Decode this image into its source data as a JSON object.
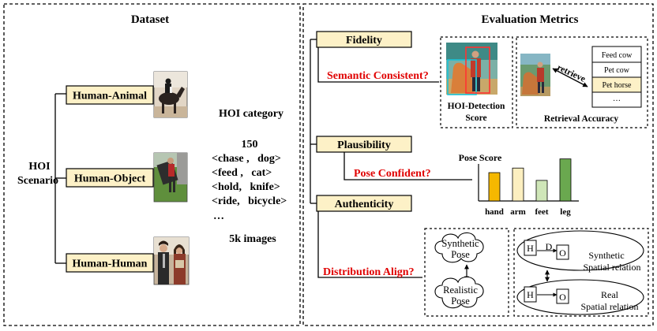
{
  "dataset": {
    "title": "Dataset",
    "root_label": [
      "HOI",
      "Scenario"
    ],
    "categories": [
      {
        "label": "Human-Animal",
        "photo_icon": "rider-on-horse-photo"
      },
      {
        "label": "Human-Object",
        "photo_icon": "person-with-bicycle-photo"
      },
      {
        "label": "Human-Human",
        "photo_icon": "two-people-photo"
      }
    ],
    "hoi_category_label": "HOI category",
    "count": "150",
    "examples": [
      "<chase ,   dog>",
      "<feed ,   cat>",
      "<hold,   knife>",
      "<ride,   bicycle>",
      "…"
    ],
    "images_label": "5k images"
  },
  "metrics": {
    "title": "Evaluation Metrics",
    "fidelity": {
      "label": "Fidelity",
      "question": "Semantic Consistent?",
      "hoi_score": [
        "HOI-Detection",
        "Score"
      ],
      "retrieve_label": "retrieve",
      "options": [
        "Feed cow",
        "Pet cow",
        "Pet horse",
        "…"
      ],
      "selected_index": 2,
      "retrieval_label": "Retrieval Accuracy"
    },
    "plausibility": {
      "label": "Plausibility",
      "question": "Pose Confident?"
    },
    "authenticity": {
      "label": "Authenticity",
      "question": "Distribution Align?",
      "synthetic_pose": [
        "Synthetic",
        "Pose"
      ],
      "realistic_pose": [
        "Realistic",
        "Pose"
      ],
      "h_label": "H",
      "d_label": "D",
      "o_label": "O",
      "synthetic_relation": [
        "Synthetic",
        "Spatial relation"
      ],
      "real_relation": [
        "Real",
        "Spatial relation"
      ]
    }
  },
  "chart_data": {
    "type": "bar",
    "title": "Pose Score",
    "categories": [
      "hand",
      "arm",
      "feet",
      "leg"
    ],
    "values": [
      0.62,
      0.72,
      0.45,
      0.92
    ],
    "ylim": [
      0,
      1
    ],
    "colors": [
      "#f5b800",
      "#fcefc0",
      "#cfe6b8",
      "#6aa84f"
    ],
    "grid": false
  },
  "colors": {
    "label_box_fill": "#fdf1c7",
    "question_red": "#e00000",
    "photo_frame": "#444444"
  }
}
